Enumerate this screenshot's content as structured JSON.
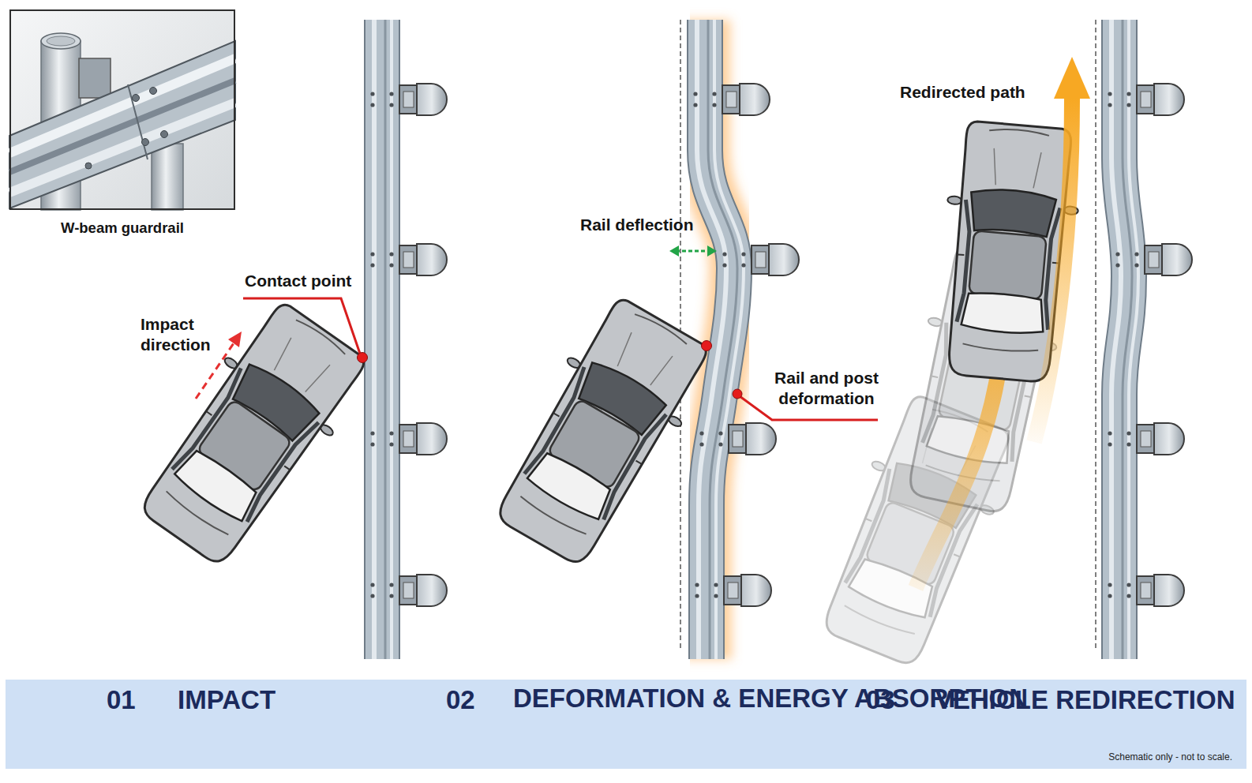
{
  "diagram": {
    "nodes": [
      {
        "text": [
          "W-beam guardrail"
        ]
      },
      {
        "text": [
          "01",
          "IMPACT",
          "02",
          "DEFORMATION & ENERGY ABSORPTION",
          "03",
          "VEHICLE REDIRECTION",
          "Schematic only - not to scale."
        ]
      }
    ],
    "labels": [
      "Contact point",
      "Impact direction",
      "Rail deflection",
      "Rail and post deformation",
      "Redirected path"
    ]
  }
}
